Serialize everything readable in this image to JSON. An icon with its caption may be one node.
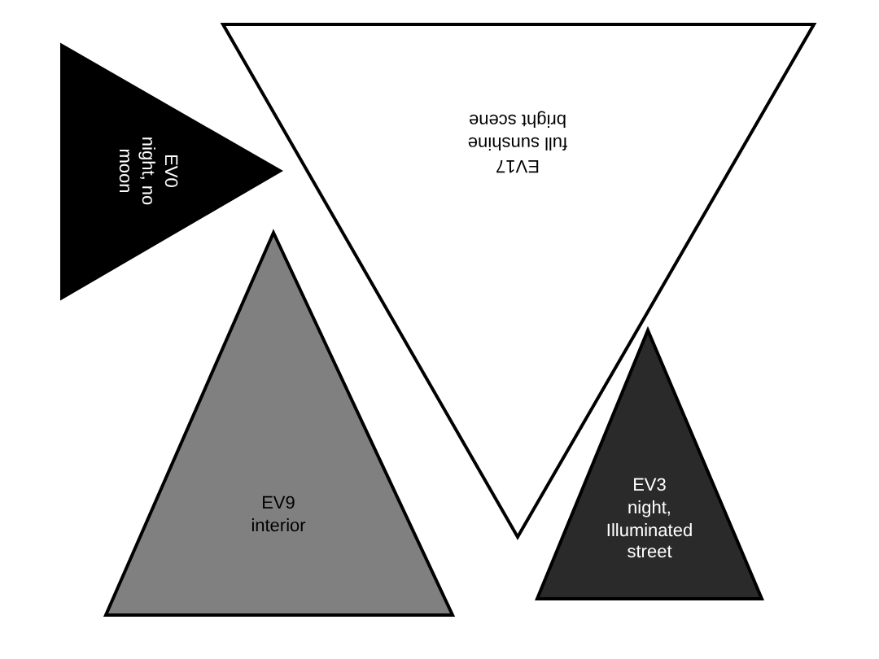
{
  "diagram": {
    "nodes": [
      {
        "text": [
          "EV0",
          "night, no moon"
        ]
      },
      {
        "text": [
          "EV17",
          "full sunshine bright scene"
        ]
      },
      {
        "text": [
          "EV9",
          "interior"
        ]
      },
      {
        "text": [
          "EV3",
          "night, Illuminated street"
        ]
      }
    ]
  }
}
